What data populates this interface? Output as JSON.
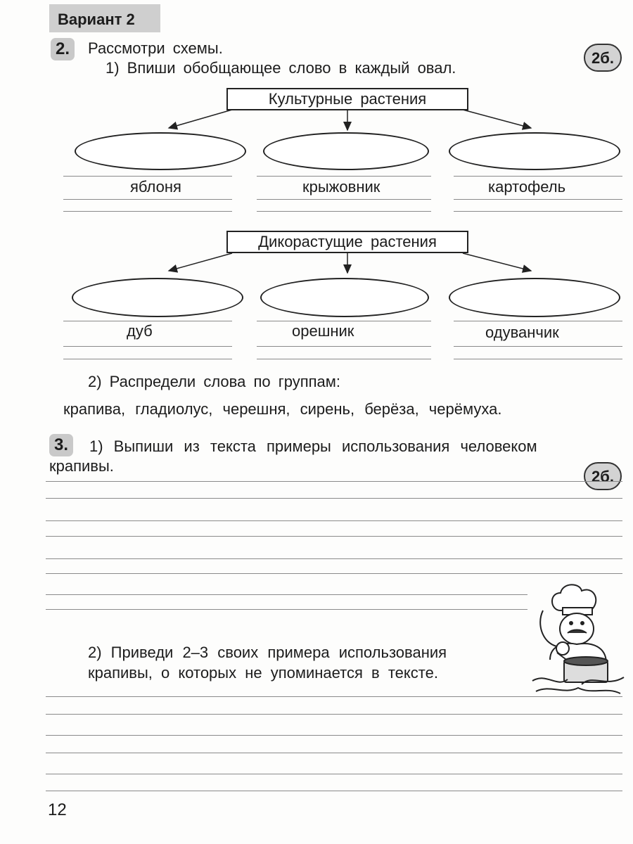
{
  "header": {
    "variant": "Вариант 2"
  },
  "task2": {
    "number": "2.",
    "title": "Рассмотри схемы.",
    "step1": "1) Впиши обобщающее слово в каждый овал.",
    "points": "2б.",
    "scheme1": {
      "title": "Культурные растения",
      "labels": [
        "яблоня",
        "крыжовник",
        "картофель"
      ]
    },
    "scheme2": {
      "title": "Дикорастущие растения",
      "labels": [
        "дуб",
        "орешник",
        "одуванчик"
      ]
    },
    "step2": "2) Распредели слова по группам:",
    "words": "крапива, гладиолус, черешня, сирень, берёза, черёмуха."
  },
  "task3": {
    "number": "3.",
    "step1_line1": "1) Выпиши из текста примеры использования человеком",
    "step1_line2": "крапивы.",
    "points": "2б.",
    "step2_line1": "2) Приведи 2–3 своих примера использования",
    "step2_line2": "крапивы, о которых не упоминается в тексте."
  },
  "illustration": "chef-cooking",
  "page_number": "12"
}
